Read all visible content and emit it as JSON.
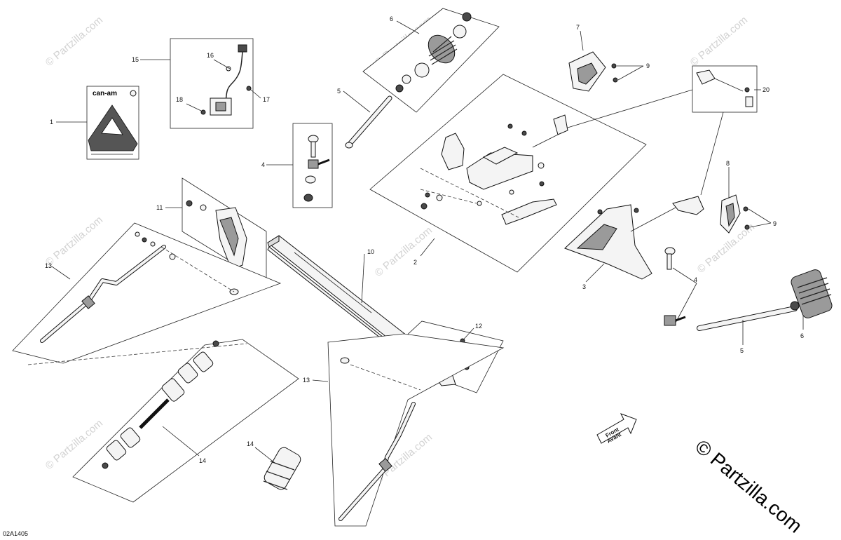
{
  "diagram_code": "02A1405",
  "brand_watermark": "© Partzilla.com",
  "repeated_watermark": "© Partzilla.com",
  "front_arrow_label": "Front\nAvant",
  "manual_cover_title": "can-am",
  "callouts": {
    "c1": "1",
    "c2": "2",
    "c3": "3",
    "c4a": "4",
    "c4b": "4",
    "c5a": "5",
    "c5b": "5",
    "c6a": "6",
    "c6b": "6",
    "c7": "7",
    "c8": "8",
    "c9a": "9",
    "c9b": "9",
    "c10": "10",
    "c11": "11",
    "c12": "12",
    "c13a": "13",
    "c13b": "13",
    "c14a": "14",
    "c14b": "14",
    "c15": "15",
    "c16": "16",
    "c17": "17",
    "c18": "18",
    "c20": "20"
  },
  "colors": {
    "line": "#222222",
    "watermark": "#d2d2d2",
    "part_fill": "#f4f4f4",
    "dark_fill": "#4a4a4a"
  }
}
